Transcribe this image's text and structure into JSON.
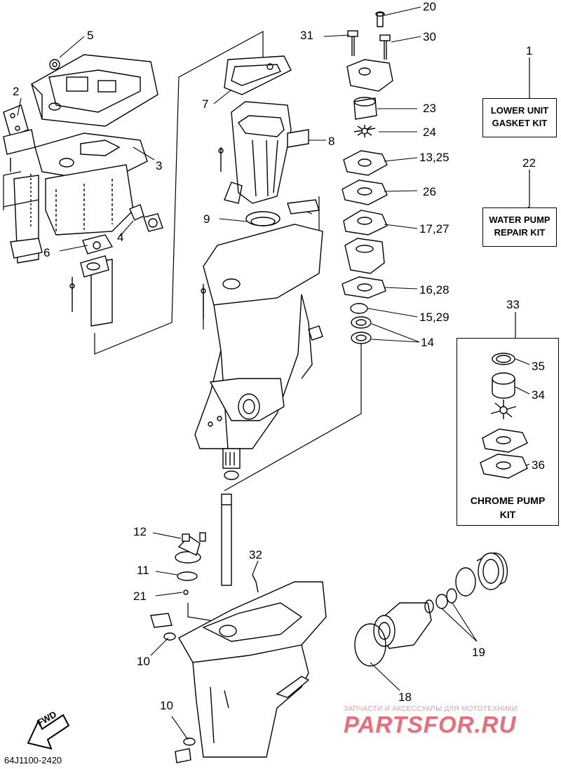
{
  "diagram": {
    "callouts": [
      {
        "id": "c1",
        "text": "1"
      },
      {
        "id": "c2",
        "text": "2"
      },
      {
        "id": "c3",
        "text": "3"
      },
      {
        "id": "c4",
        "text": "4"
      },
      {
        "id": "c5",
        "text": "5"
      },
      {
        "id": "c6",
        "text": "6"
      },
      {
        "id": "c7",
        "text": "7"
      },
      {
        "id": "c8",
        "text": "8"
      },
      {
        "id": "c9",
        "text": "9"
      },
      {
        "id": "c10a",
        "text": "10"
      },
      {
        "id": "c10b",
        "text": "10"
      },
      {
        "id": "c11",
        "text": "11"
      },
      {
        "id": "c12",
        "text": "12"
      },
      {
        "id": "c13",
        "text": "13,25"
      },
      {
        "id": "c14",
        "text": "14"
      },
      {
        "id": "c15",
        "text": "15,29"
      },
      {
        "id": "c16",
        "text": "16,28"
      },
      {
        "id": "c17",
        "text": "17,27"
      },
      {
        "id": "c18",
        "text": "18"
      },
      {
        "id": "c19",
        "text": "19"
      },
      {
        "id": "c20",
        "text": "20"
      },
      {
        "id": "c21",
        "text": "21"
      },
      {
        "id": "c22",
        "text": "22"
      },
      {
        "id": "c23",
        "text": "23"
      },
      {
        "id": "c24",
        "text": "24"
      },
      {
        "id": "c26",
        "text": "26"
      },
      {
        "id": "c30",
        "text": "30"
      },
      {
        "id": "c31",
        "text": "31"
      },
      {
        "id": "c32",
        "text": "32"
      },
      {
        "id": "c33",
        "text": "33"
      },
      {
        "id": "c34",
        "text": "34"
      },
      {
        "id": "c35",
        "text": "35"
      },
      {
        "id": "c36",
        "text": "36"
      }
    ],
    "kits": {
      "lower_unit": [
        "LOWER UNIT",
        "GASKET KIT"
      ],
      "water_pump": [
        "WATER PUMP",
        "REPAIR KIT"
      ],
      "chrome_pump": [
        "CHROME PUMP",
        "KIT"
      ]
    },
    "fwd_label": "FWD",
    "part_code": "64J1100-2420"
  },
  "watermark": {
    "tagline": "ЗАПЧАСТИ И АКСЕССУАРЫ ДЛЯ МОТОТЕХНИКИ",
    "brand": "PARTSFOR.RU"
  }
}
